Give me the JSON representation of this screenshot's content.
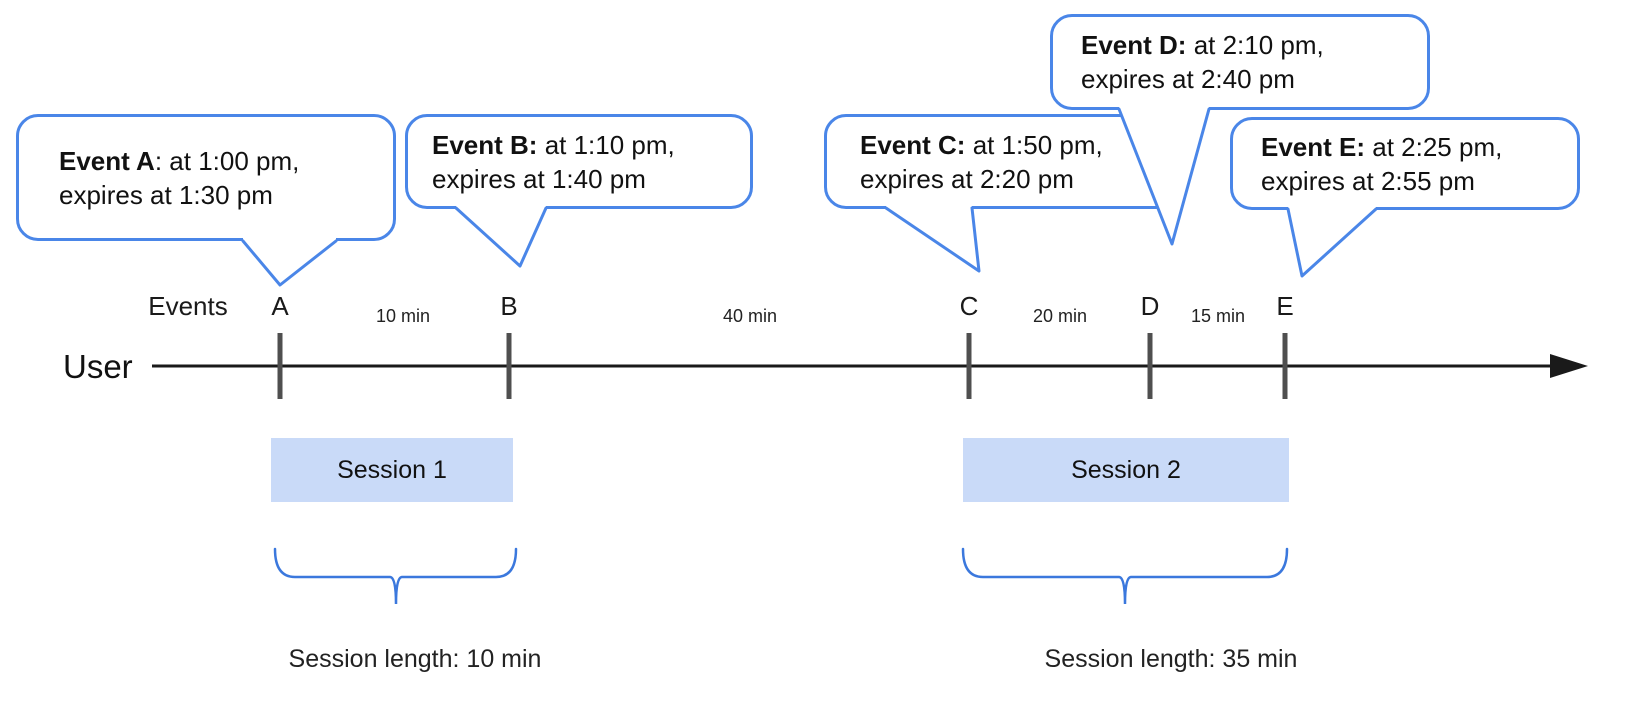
{
  "colors": {
    "bubble_border": "#4a86e8",
    "brace": "#3b78dd",
    "session_fill": "#c9daf8",
    "tick": "#4f4f4f",
    "axis": "#1a1a1a"
  },
  "bubbles": [
    {
      "id": "A",
      "bold": "Event A",
      "rest": ": at 1:00 pm,",
      "line2": "expires at 1:30 pm"
    },
    {
      "id": "B",
      "bold": "Event B:",
      "rest": " at 1:10 pm,",
      "line2": "expires at 1:40 pm"
    },
    {
      "id": "C",
      "bold": "Event C:",
      "rest": " at 1:50 pm,",
      "line2": "expires at 2:20 pm"
    },
    {
      "id": "D",
      "bold": "Event D:",
      "rest": " at 2:10 pm,",
      "line2": "expires at 2:40 pm"
    },
    {
      "id": "E",
      "bold": "Event E:",
      "rest": " at 2:25 pm,",
      "line2": "expires at 2:55 pm"
    }
  ],
  "timeline": {
    "user_label": "User",
    "events_label": "Events",
    "ticks": [
      "A",
      "B",
      "C",
      "D",
      "E"
    ],
    "intervals": [
      "10 min",
      "40 min",
      "20 min",
      "15 min"
    ]
  },
  "sessions": [
    {
      "name": "Session 1",
      "length_label": "Session length: 10 min"
    },
    {
      "name": "Session 2",
      "length_label": "Session length: 35 min"
    }
  ]
}
